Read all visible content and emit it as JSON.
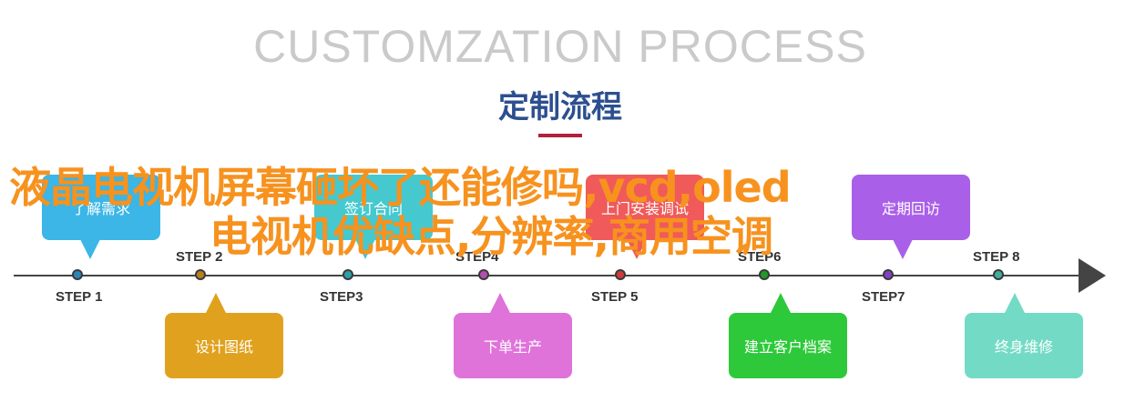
{
  "header": {
    "title_en": "CUSTOMZATION PROCESS",
    "title_cn": "定制流程"
  },
  "steps": [
    {
      "label": "STEP 1",
      "text": "了解需求",
      "color": "#3bb6e6",
      "dot": "#2a86b6"
    },
    {
      "label": "STEP 2",
      "text": "设计图纸",
      "color": "#e0a21e",
      "dot": "#b8801a"
    },
    {
      "label": "STEP3",
      "text": "签订合同",
      "color": "#45c9cf",
      "dot": "#2aa0a6"
    },
    {
      "label": "STEP4",
      "text": "下单生产",
      "color": "#df73d9",
      "dot": "#b44fae"
    },
    {
      "label": "STEP 5",
      "text": "上门安装调试",
      "color": "#f05a5a",
      "dot": "#d03a3a"
    },
    {
      "label": "STEP6",
      "text": "建立客户档案",
      "color": "#2ec93a",
      "dot": "#1e9a28"
    },
    {
      "label": "STEP7",
      "text": "定期回访",
      "color": "#a95fe8",
      "dot": "#8440c4"
    },
    {
      "label": "STEP 8",
      "text": "终身维修",
      "color": "#73dbc5",
      "dot": "#3fae98"
    }
  ],
  "overlay": {
    "line1": "液晶电视机屏幕砸坏了还能修吗,vcd,oled",
    "line2": "电视机优缺点,分辨率,商用空调",
    "color": "#f7921e"
  }
}
